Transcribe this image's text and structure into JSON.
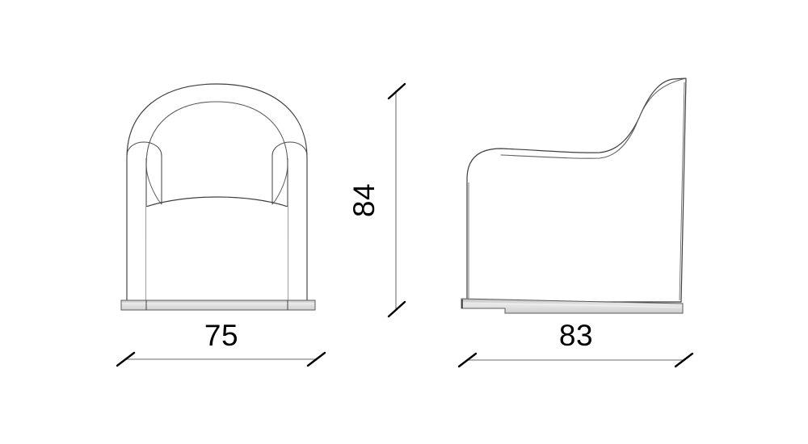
{
  "document": {
    "type": "technical-drawing",
    "subject": "armchair",
    "background_color": "#ffffff",
    "units_note": "",
    "views": [
      {
        "id": "front",
        "name": "front-elevation"
      },
      {
        "id": "side",
        "name": "side-elevation"
      }
    ]
  },
  "style": {
    "outline_color": "#3a3a3a",
    "outline_color_light": "#6e6e6e",
    "base_fill": "#d4d4d4",
    "base_fill_light": "#e3e3e3",
    "base_stroke": "#555555",
    "dimension_line_color": "#6b6b6b",
    "tick_color": "#000000",
    "text_color": "#000000"
  },
  "dimensions": {
    "width": {
      "label": "75",
      "orientation": "horizontal",
      "view": "front-elevation"
    },
    "height": {
      "label": "84",
      "orientation": "vertical",
      "rotation_degrees": -90,
      "view": "between-views"
    },
    "depth": {
      "label": "83",
      "orientation": "horizontal",
      "view": "side-elevation"
    }
  }
}
